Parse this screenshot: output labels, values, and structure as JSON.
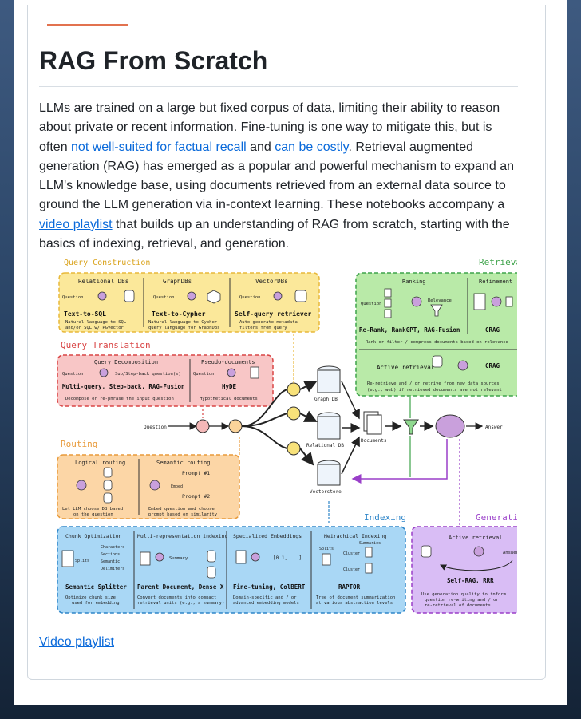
{
  "title": "RAG From Scratch",
  "intro": {
    "p1": "LLMs are trained on a large but fixed corpus of data, limiting their ability to reason about private or recent information. Fine-tuning is one way to mitigate this, but is often ",
    "link1": "not well-suited for factual recall",
    "p2": " and ",
    "link2": "can be costly",
    "p3": ". Retrieval augmented generation (RAG) has emerged as a popular and powerful mechanism to expand an LLM's knowledge base, using documents retrieved from an external data source to ground the LLM generation via in-context learning. These notebooks accompany a ",
    "link3": "video playlist",
    "p4": " that builds up an understanding of RAG from scratch, starting with the basics of indexing, retrieval, and generation."
  },
  "footer_link": "Video playlist",
  "diagram": {
    "query_construction": {
      "title": "Query Construction",
      "cols": [
        {
          "head": "Relational DBs",
          "name": "Text-to-SQL",
          "desc1": "Natural language to SQL",
          "desc2": "and/or SQL w/ PGVector"
        },
        {
          "head": "GraphDBs",
          "name": "Text-to-Cypher",
          "desc1": "Natural language to Cypher",
          "desc2": "query language for GraphDBs"
        },
        {
          "head": "VectorDBs",
          "name": "Self-query retriever",
          "desc1": "Auto-generate metadata",
          "desc2": "filters from query"
        }
      ]
    },
    "query_translation": {
      "title": "Query Translation",
      "left_head": "Query Decomposition",
      "left_name": "Multi-query, Step-back, RAG-Fusion",
      "left_desc": "Decompose or re-phrase the input question",
      "sub_q": "Sub/Step-back question(s)",
      "right_head": "Pseudo-documents",
      "right_name": "HyDE",
      "right_desc": "Hypothetical documents"
    },
    "routing": {
      "title": "Routing",
      "left_head": "Logical routing",
      "left_desc1": "Let LLM choose DB based",
      "left_desc2": "on the question",
      "right_head": "Semantic routing",
      "prompt1": "Prompt #1",
      "prompt2": "Prompt #2",
      "embed": "Embed",
      "right_desc1": "Embed question and choose",
      "right_desc2": "prompt based on similarity"
    },
    "retrieval": {
      "title": "Retrieval",
      "ranking": "Ranking",
      "relevance": "Relevance",
      "refinement": "Refinement",
      "rerank": "Re-Rank, RankGPT, RAG-Fusion",
      "crag": "CRAG",
      "rank_desc": "Rank or filter / compress documents based on relevance",
      "active": "Active retrieval",
      "active_desc1": "Re-retrieve and / or retrive from new data sources",
      "active_desc2": "(e.g., web) if retrieved documents are not relevant"
    },
    "flow": {
      "question": "Question",
      "graph_db": "Graph DB",
      "relational_db": "Relational DB",
      "vectorstore": "Vectorstore",
      "documents": "Documents",
      "answer": "Answer"
    },
    "indexing": {
      "title": "Indexing",
      "cols": [
        {
          "head": "Chunk Optimization",
          "name": "Semantic Splitter",
          "desc1": "Optimize chunk size",
          "desc2": "used for embedding"
        },
        {
          "head": "Multi-representation indexing",
          "name": "Parent Document, Dense X",
          "desc1": "Convert documents into compact",
          "desc2": "retrieval units (e.g., a summary)"
        },
        {
          "head": "Specialized Embeddings",
          "name": "Fine-tuning, ColBERT",
          "desc1": "Domain-specific and / or",
          "desc2": "advanced embedding models"
        },
        {
          "head": "Heirachical Indexing",
          "name": "RAPTOR",
          "desc1": "Tree of document summarization",
          "desc2": "at various abstraction levels"
        }
      ],
      "chunk_labels": [
        "Characters",
        "Sections",
        "Semantic",
        "Delimiters"
      ],
      "splits": "Splits",
      "summary": "Summary",
      "summaries": "Summaries",
      "cluster": "Cluster",
      "vector": "[0.1, ...]"
    },
    "generation": {
      "title": "Generation",
      "head": "Active retrieval",
      "name": "Self-RAG, RRR",
      "desc1": "Use generation quality to inform",
      "desc2": "question re-writing and / or",
      "desc3": "re-retrieval of documents"
    }
  },
  "colors": {
    "yellow_fill": "#fbe89a",
    "yellow_stroke": "#e8b83a",
    "pink_fill": "#f8c6c6",
    "pink_stroke": "#d94545",
    "orange_fill": "#fcd6a6",
    "orange_stroke": "#e89a3a",
    "green_fill": "#b9eaa8",
    "green_stroke": "#3ea34a",
    "blue_fill": "#a9d7f5",
    "blue_stroke": "#2f86c9",
    "purple_fill": "#d9bdf5",
    "purple_stroke": "#9a3fc9",
    "link": "#0969da"
  }
}
